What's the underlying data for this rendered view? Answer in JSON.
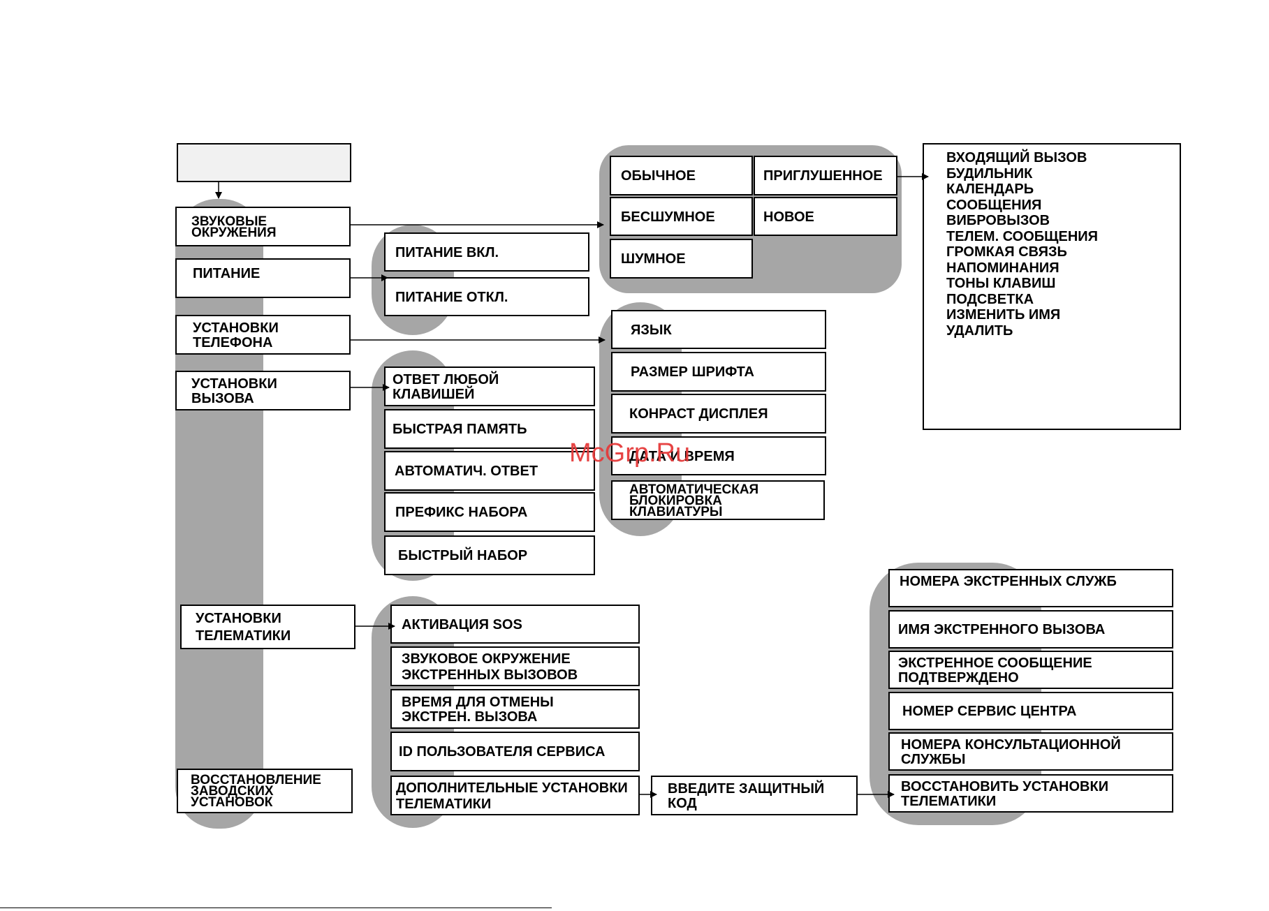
{
  "root": {
    "label": ""
  },
  "main_menu": [
    {
      "id": "sound",
      "label": "ЗВУКОВЫЕ\nОКРУЖЕНИЯ"
    },
    {
      "id": "power",
      "label": "ПИТАНИЕ"
    },
    {
      "id": "phone",
      "label": "УСТАНОВКИ\nТЕЛЕФОНА"
    },
    {
      "id": "call",
      "label": "УСТАНОВКИ\nВЫЗОВА"
    },
    {
      "id": "telematics",
      "label": "УСТАНОВКИ\nТЕЛЕМАТИКИ"
    },
    {
      "id": "factory",
      "label": "ВОССТАНОВЛЕНИЕ\nЗАВОДСКИХ\nУСТАНОВОК"
    }
  ],
  "sound_profiles": [
    "ОБЫЧНОЕ",
    "ПРИГЛУШЕННОЕ",
    "БЕСШУМНОЕ",
    "НОВОЕ",
    "ШУМНОЕ"
  ],
  "profile_options": [
    "ВХОДЯЩИЙ ВЫЗОВ",
    "БУДИЛЬНИК",
    "КАЛЕНДАРЬ",
    "СООБЩЕНИЯ",
    "ВИБРОВЫЗОВ",
    "ТЕЛЕМ. СООБЩЕНИЯ",
    "ГРОМКАЯ СВЯЗЬ",
    "НАПОМИНАНИЯ",
    "ТОНЫ КЛАВИШ",
    "ПОДСВЕТКА",
    "ИЗМЕНИТЬ ИМЯ",
    "УДАЛИТЬ"
  ],
  "power_options": [
    "ПИТАНИЕ ВКЛ.",
    "ПИТАНИЕ ОТКЛ."
  ],
  "phone_settings": [
    "ЯЗЫК",
    "РАЗМЕР ШРИФТА",
    "КОНРАСТ ДИСПЛЕЯ",
    "ДАТА И ВРЕМЯ",
    "АВТОМАТИЧЕСКАЯ\nБЛОКИРОВКА\nКЛАВИАТУРЫ"
  ],
  "call_settings": [
    "ОТВЕТ ЛЮБОЙ\nКЛАВИШЕЙ",
    "БЫСТРАЯ ПАМЯТЬ",
    "АВТОМАТИЧ. ОТВЕТ",
    "ПРЕФИКС НАБОРА",
    "БЫСТРЫЙ НАБОР"
  ],
  "telematics_settings": [
    "АКТИВАЦИЯ SOS",
    "ЗВУКОВОЕ ОКРУЖЕНИЕ\nЭКСТРЕННЫХ ВЫЗОВОВ",
    "ВРЕМЯ ДЛЯ ОТМЕНЫ\nЭКСТРЕН. ВЫЗОВА",
    "ID ПОЛЬЗОВАТЕЛЯ СЕРВИСА",
    "ДОПОЛНИТЕЛЬНЫЕ УСТАНОВКИ\nТЕЛЕМАТИКИ"
  ],
  "security_code": "ВВЕДИТЕ ЗАЩИТНЫЙ\nКОД",
  "extra_telematics": [
    "НОМЕРА ЭКСТРЕННЫХ СЛУЖБ",
    "ИМЯ ЭКСТРЕННОГО ВЫЗОВА",
    "ЭКСТРЕННОЕ СООБЩЕНИЕ\nПОДТВЕРЖДЕНО",
    "НОМЕР СЕРВИС ЦЕНТРА",
    "НОМЕРА КОНСУЛЬТАЦИОННОЙ\nСЛУЖБЫ",
    "ВОССТАНОВИТЬ УСТАНОВКИ\nТЕЛЕМАТИКИ"
  ],
  "watermark": "McGrp.Ru",
  "colors": {
    "backing": "#a6a6a6",
    "border": "#000000",
    "watermark": "#e53b3b"
  }
}
